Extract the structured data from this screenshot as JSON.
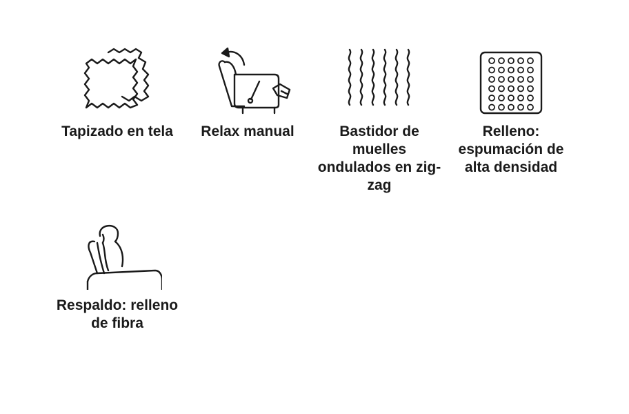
{
  "features": [
    {
      "icon": "fabric-swatch-icon",
      "label": "Tapizado en tela"
    },
    {
      "icon": "manual-recliner-icon",
      "label": "Relax manual"
    },
    {
      "icon": "zigzag-springs-icon",
      "label": "Bastidor de muelles ondulados en zig-zag"
    },
    {
      "icon": "foam-density-icon",
      "label": "Relleno: espumación de alta densidad"
    },
    {
      "icon": "fiber-backrest-icon",
      "label": "Respaldo: relleno de fibra"
    }
  ]
}
